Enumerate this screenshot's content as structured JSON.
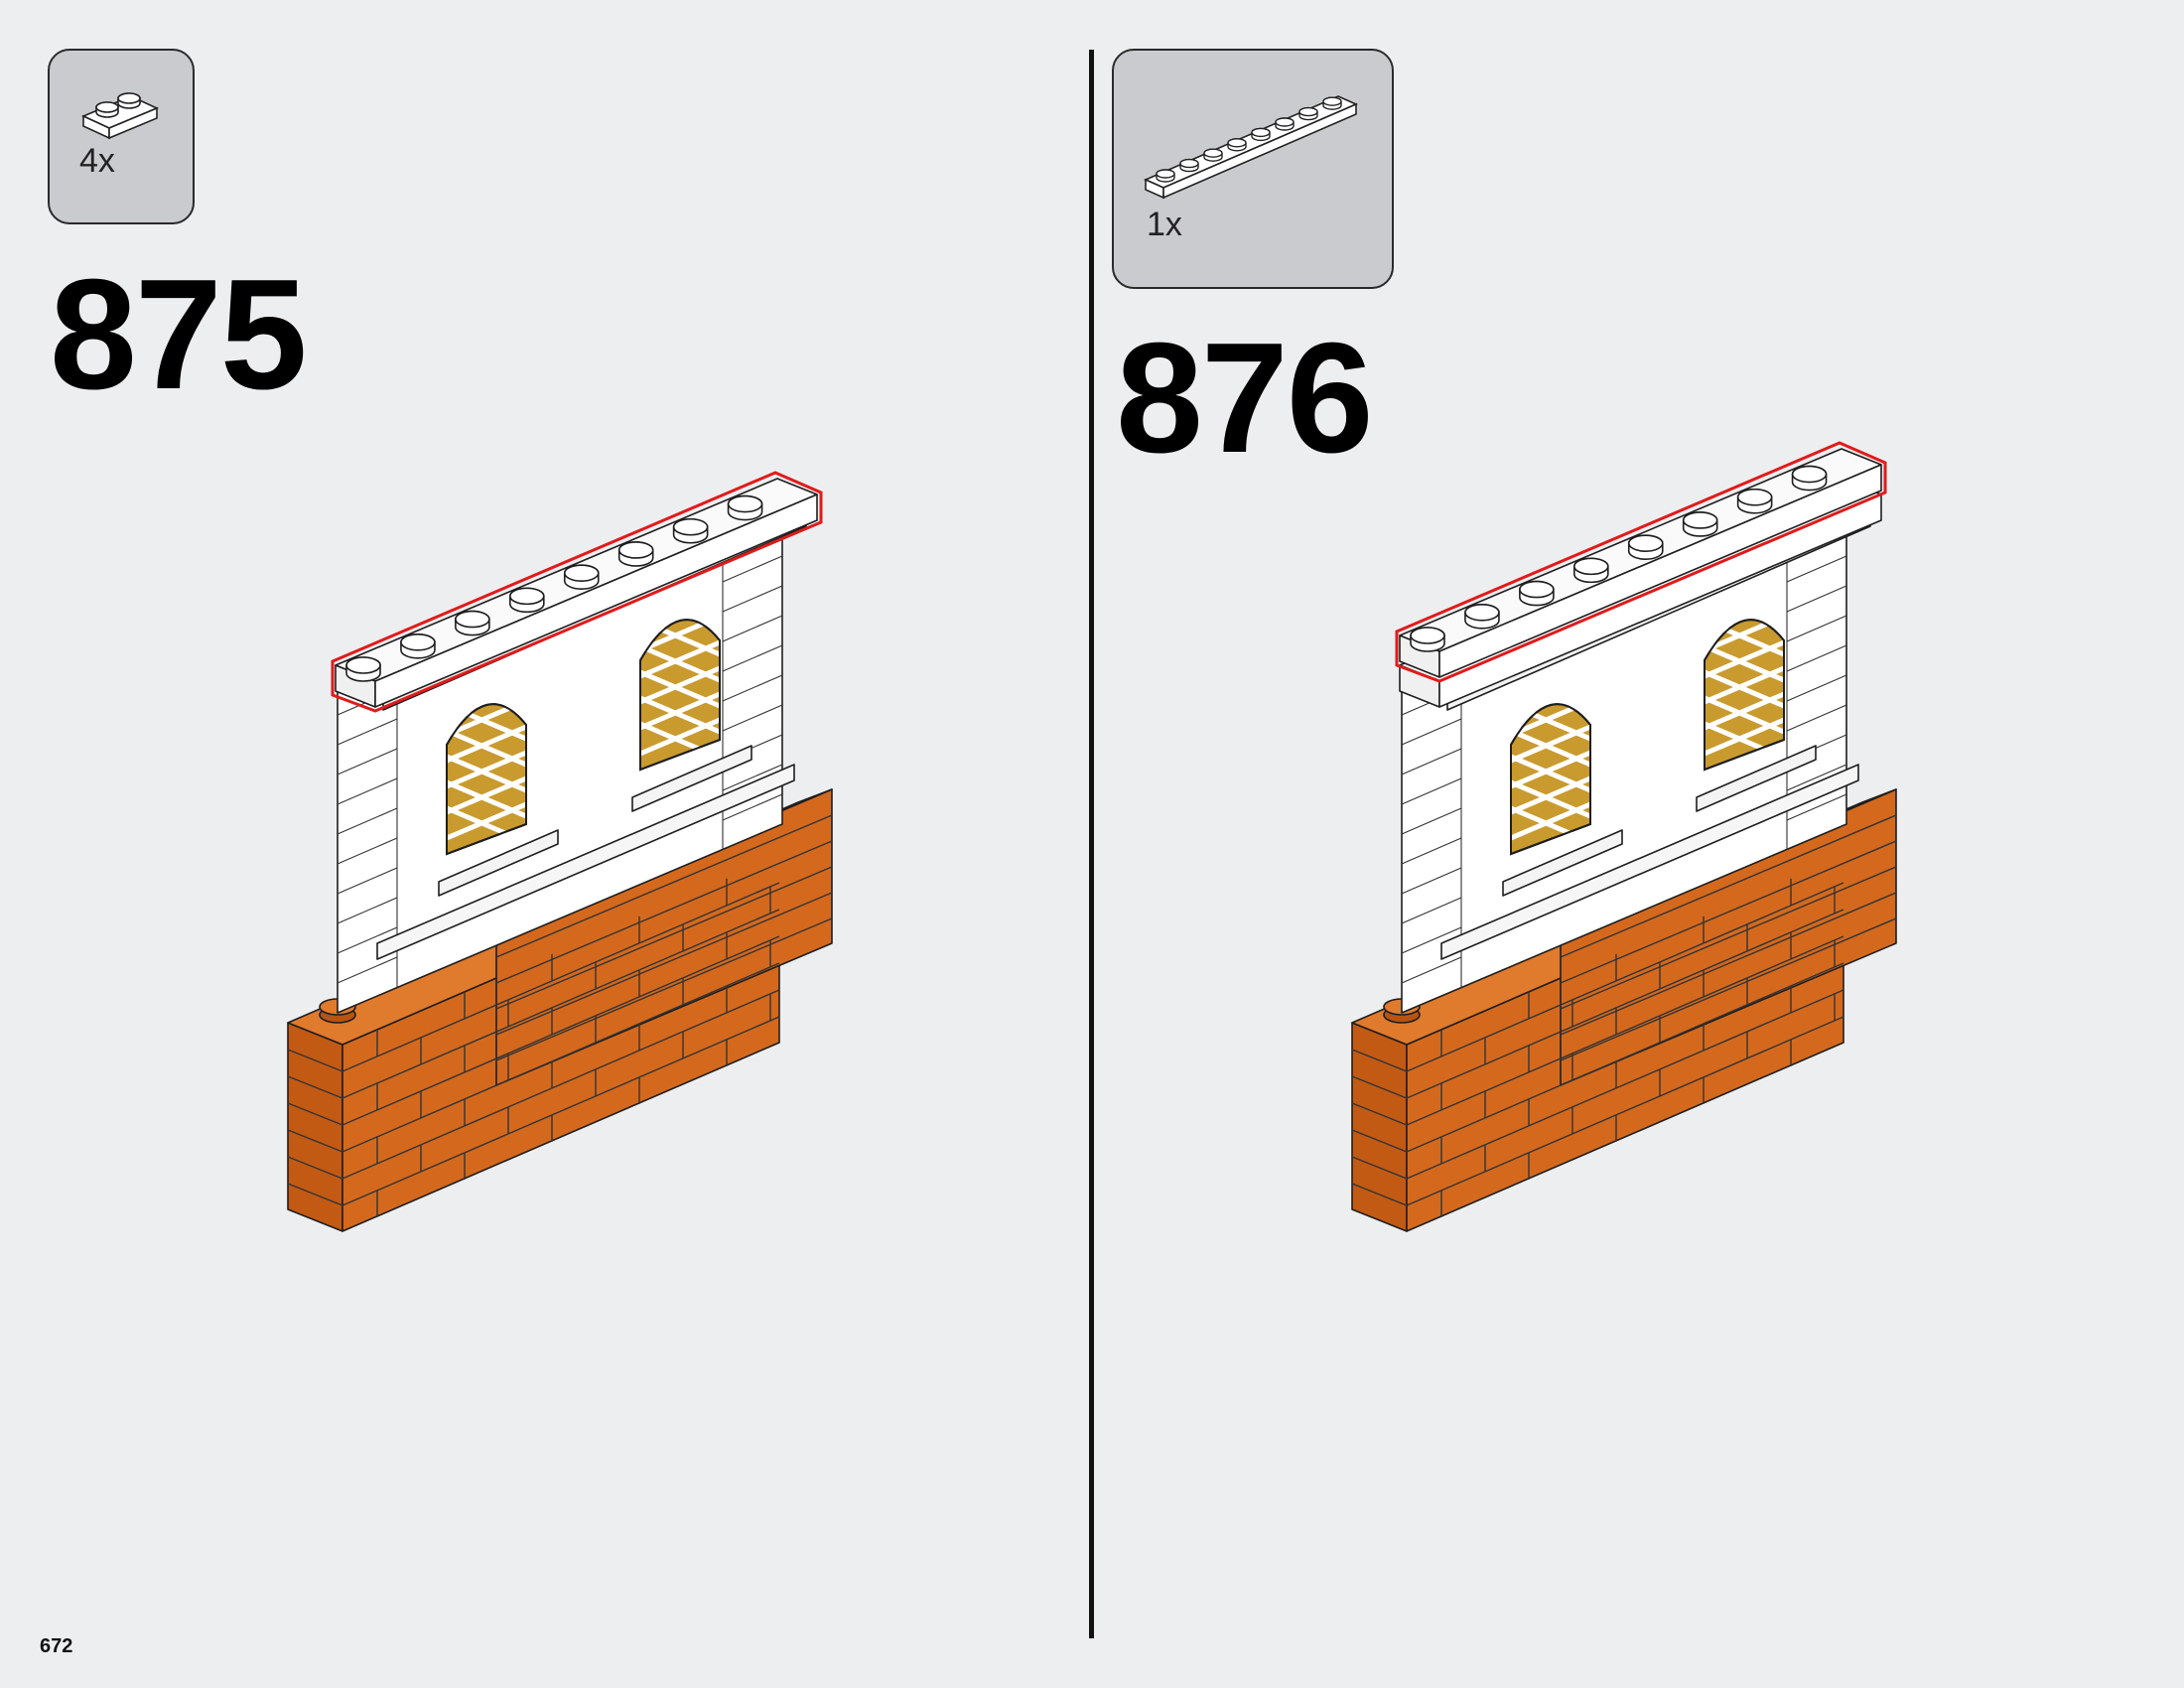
{
  "steps": [
    {
      "number": "875",
      "part_quantity": "4x",
      "part_name": "plate-1x2-with-rail-icon",
      "part_color": "#ffffff"
    },
    {
      "number": "876",
      "part_quantity": "1x",
      "part_name": "plate-1x8-icon",
      "part_color": "#ffffff"
    }
  ],
  "page_number": "672",
  "colors": {
    "background": "#edeef0",
    "parts_box": "#c9cbce",
    "brick_orange": "#d4691e",
    "window_gold": "#c99a2e",
    "highlight_red": "#e01b1b",
    "wall_white": "#ffffff"
  }
}
